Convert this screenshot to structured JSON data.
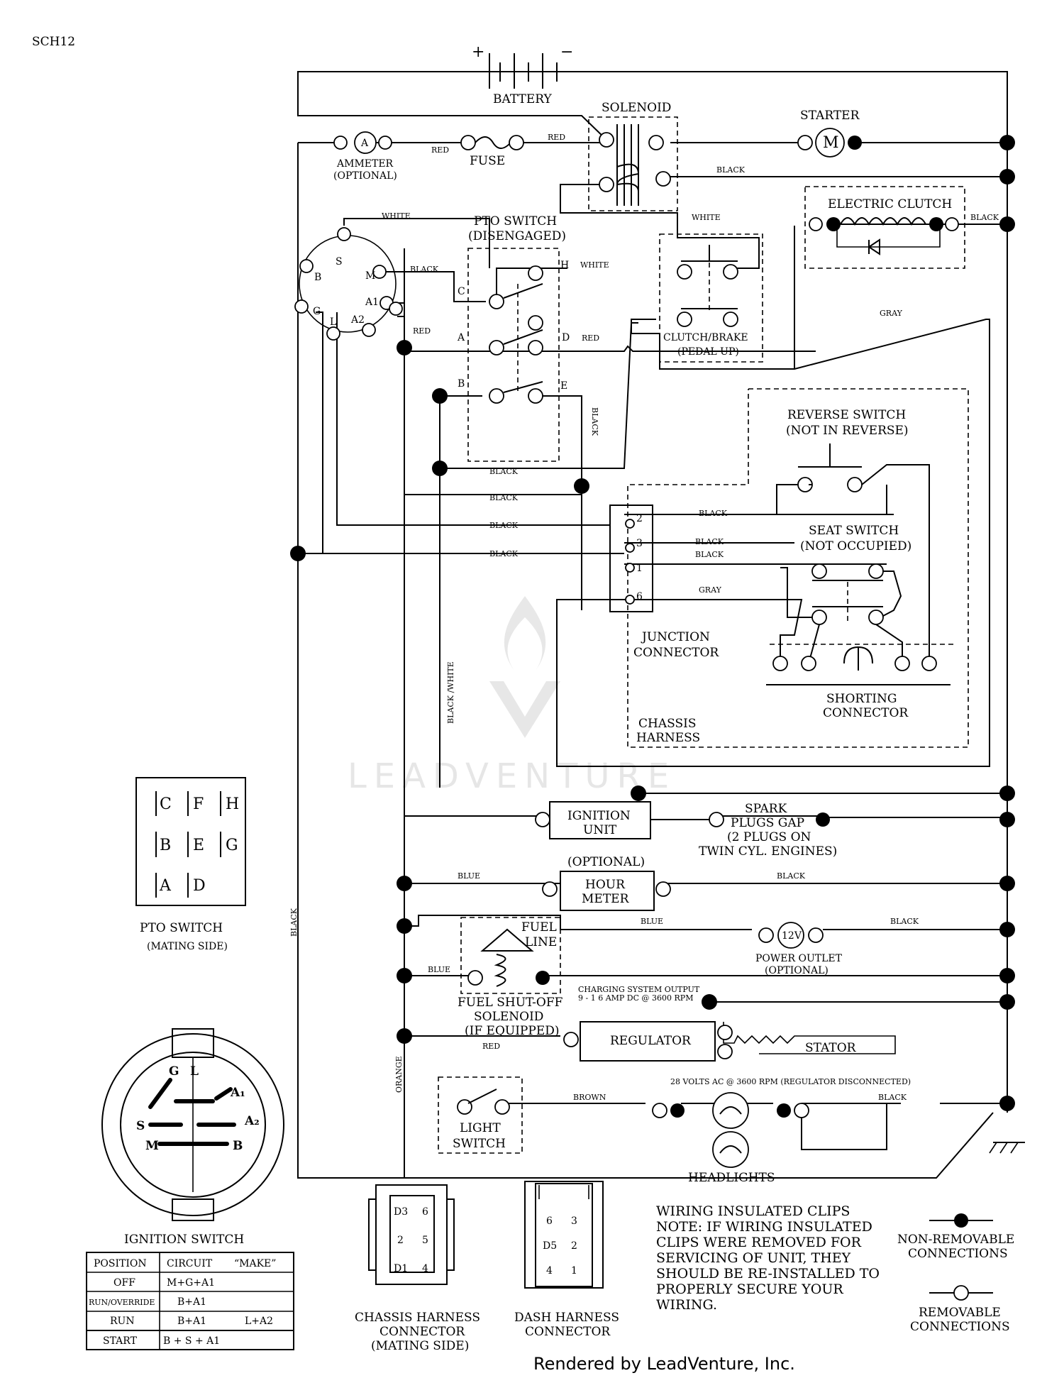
{
  "page_code": "SCH12",
  "components": {
    "battery": "BATTERY",
    "battery_pos": "+",
    "battery_neg": "−",
    "solenoid": "SOLENOID",
    "starter": "STARTER",
    "starter_m": "M",
    "ammeter": "AMMETER",
    "ammeter_opt": "(OPTIONAL)",
    "ammeter_a": "A",
    "fuse": "FUSE",
    "electric_clutch": "ELECTRIC CLUTCH",
    "pto_switch": "PTO SWITCH",
    "pto_state": "(DISENGAGED)",
    "clutch_brake": "CLUTCH/BRAKE",
    "clutch_brake_state": "(PEDAL UP)",
    "reverse_switch": "REVERSE SWITCH",
    "reverse_state": "(NOT IN REVERSE)",
    "seat_switch": "SEAT SWITCH",
    "seat_state": "(NOT OCCUPIED)",
    "junction_l1": "JUNCTION",
    "junction_l2": "CONNECTOR",
    "chassis_l1": "CHASSIS",
    "chassis_l2": "HARNESS",
    "shorting_l1": "SHORTING",
    "shorting_l2": "CONNECTOR",
    "ignition_l1": "IGNITION",
    "ignition_l2": "UNIT",
    "spark_l1": "SPARK",
    "spark_l2": "PLUGS GAP",
    "spark_l3": "(2 PLUGS ON",
    "spark_l4": "TWIN CYL. ENGINES)",
    "hour_opt": "(OPTIONAL)",
    "hour_l1": "HOUR",
    "hour_l2": "METER",
    "fuel_line_l1": "FUEL",
    "fuel_line_l2": "LINE",
    "outlet_12v": "12V",
    "outlet_l1": "POWER OUTLET",
    "outlet_l2": "(OPTIONAL)",
    "fuel_sol_l1": "FUEL SHUT-OFF",
    "fuel_sol_l2": "SOLENOID",
    "fuel_sol_l3": "(IF EQUIPPED)",
    "charging_l1": "CHARGING SYSTEM OUTPUT",
    "charging_l2": "9 - 1 6 AMP DC @ 3600 RPM",
    "regulator": "REGULATOR",
    "stator": "STATOR",
    "stator_note": "28 VOLTS AC @ 3600 RPM (REGULATOR DISCONNECTED)",
    "light_l1": "LIGHT",
    "light_l2": "SWITCH",
    "headlights": "HEADLIGHTS"
  },
  "wire_labels": {
    "red": "RED",
    "black": "BLACK",
    "white": "WHITE",
    "gray": "GRAY",
    "blue": "BLUE",
    "orange": "ORANGE",
    "brown": "BROWN",
    "black_white": "BLACK /WHITE"
  },
  "pin_labels": {
    "s": "S",
    "m": "M",
    "b": "B",
    "a1": "A1",
    "g": "G",
    "l": "L",
    "a2": "A2",
    "c": "C",
    "h": "H",
    "a": "A",
    "d": "D",
    "e": "E",
    "b2": "B",
    "j2": "2",
    "j3": "3",
    "j1": "1",
    "j6": "6"
  },
  "pto_mating": {
    "title": "PTO SWITCH",
    "subtitle": "(MATING SIDE)",
    "rows": [
      [
        "C",
        "F",
        "H"
      ],
      [
        "B",
        "E",
        "G"
      ],
      [
        "A",
        "D"
      ]
    ]
  },
  "ignition_switch": {
    "title": "IGNITION SWITCH",
    "face_labels": [
      "G",
      "L",
      "A₁",
      "S",
      "A₂",
      "M",
      "B"
    ],
    "table_headers": [
      "POSITION",
      "CIRCUIT",
      "“MAKE”"
    ],
    "table_rows": [
      [
        "OFF",
        "M+G+A1",
        ""
      ],
      [
        "RUN/OVERRIDE",
        "B+A1",
        ""
      ],
      [
        "RUN",
        "B+A1",
        "L+A2"
      ],
      [
        "START",
        "B + S + A1",
        ""
      ]
    ]
  },
  "chassis_harness_connector": {
    "l1": "CHASSIS HARNESS",
    "l2": "CONNECTOR",
    "l3": "(MATING SIDE)",
    "pins": [
      "D3",
      "6",
      "2",
      "5",
      "D1",
      "4"
    ]
  },
  "dash_harness_connector": {
    "l1": "DASH HARNESS",
    "l2": "CONNECTOR",
    "pins": [
      "6",
      "3",
      "D5",
      "2",
      "4",
      "1"
    ]
  },
  "note": {
    "l1": "WIRING INSULATED CLIPS",
    "l2": "NOTE:  IF WIRING INSULATED",
    "l3": "CLIPS WERE REMOVED FOR",
    "l4": "SERVICING OF UNIT, THEY",
    "l5": "SHOULD BE RE-INSTALLED TO",
    "l6": "PROPERLY SECURE YOUR",
    "l7": "WIRING."
  },
  "legend": {
    "nonremovable_l1": "NON-REMOVABLE",
    "nonremovable_l2": "CONNECTIONS",
    "removable_l1": "REMOVABLE",
    "removable_l2": "CONNECTIONS"
  },
  "watermark": "LEADVENTURE",
  "credit": "Rendered by LeadVenture, Inc."
}
